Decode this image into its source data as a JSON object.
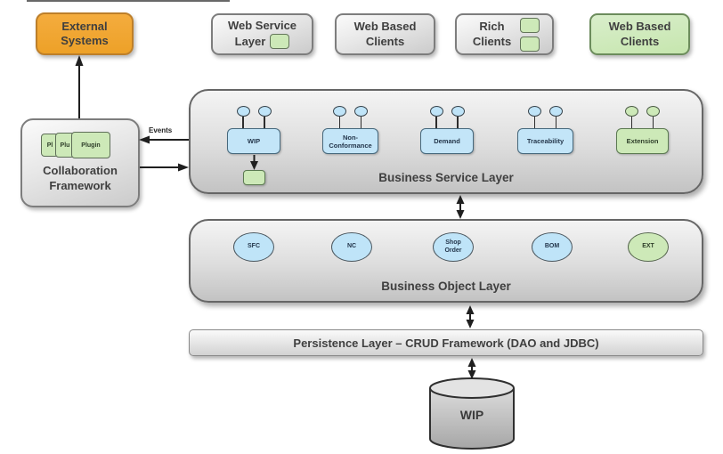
{
  "diagram": {
    "external_systems": "External Systems",
    "top_boxes": [
      "Web Service Layer",
      "Web Based Clients",
      "Rich Clients",
      "Web Based Clients"
    ],
    "collaboration": {
      "title": "Collaboration Framework",
      "plugins": [
        "Pl",
        "Plu",
        "Plugin"
      ],
      "events_label": "Events"
    },
    "bsl": {
      "title": "Business Service Layer",
      "services": [
        "WIP",
        "Non-Conformance",
        "Demand",
        "Traceability",
        "Extension"
      ]
    },
    "bol": {
      "title": "Business Object Layer",
      "objects": [
        "SFC",
        "NC",
        "Shop Order",
        "BOM",
        "EXT"
      ]
    },
    "persistence": "Persistence Layer – CRUD Framework (DAO and JDBC)",
    "database": "WIP"
  },
  "icons": {
    "component_icon": "green-rounded-square",
    "lollipop_icon": "interface-oval"
  },
  "colors": {
    "orange_fill": "#f0a838",
    "orange_border": "#bd7f2a",
    "gray_border": "#7d7d7d",
    "green_fill": "#cde9b8",
    "green_border": "#6c8c5c",
    "blue_fill": "#c3e5f8",
    "blue_border": "#47697d",
    "text_dark": "#3f3f3f",
    "arrow": "#1f1f1f"
  }
}
